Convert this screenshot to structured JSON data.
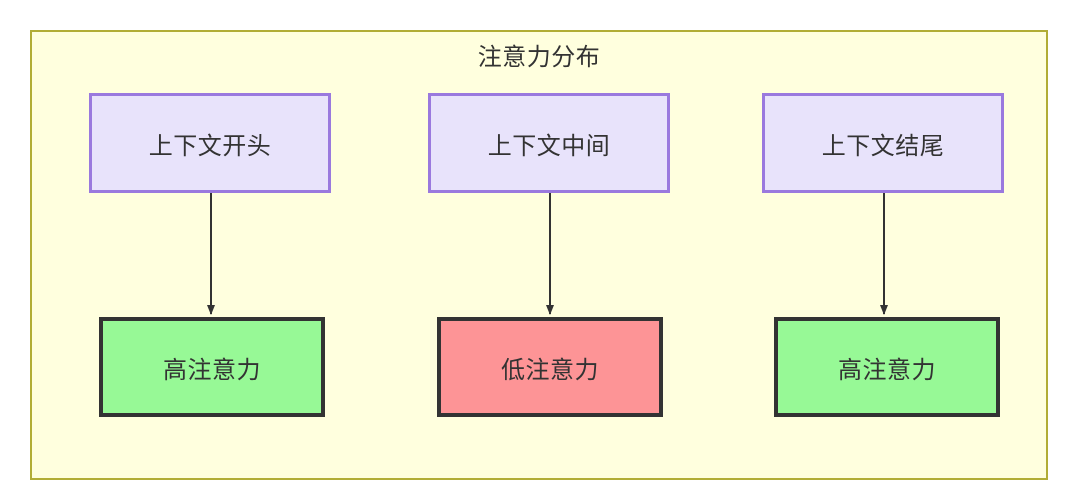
{
  "diagram": {
    "title": "注意力分布",
    "type": "flowchart",
    "background_color": "#ffffff",
    "container": {
      "fill": "#ffffde",
      "stroke": "#b1ad36"
    },
    "palette": {
      "source_fill": "#e8e3fb",
      "source_stroke": "#9a79de",
      "high_fill": "#97f996",
      "low_fill": "#fd9496",
      "outcome_stroke": "#333333",
      "edge_color": "#333333",
      "text_color": "#333333"
    },
    "nodes": [
      {
        "id": "ctx-start",
        "label": "上下文开头",
        "role": "source",
        "column": 1
      },
      {
        "id": "ctx-middle",
        "label": "上下文中间",
        "role": "source",
        "column": 2
      },
      {
        "id": "ctx-end",
        "label": "上下文结尾",
        "role": "source",
        "column": 3
      },
      {
        "id": "high-start",
        "label": "高注意力",
        "role": "outcome-high",
        "column": 1
      },
      {
        "id": "low-middle",
        "label": "低注意力",
        "role": "outcome-low",
        "column": 2
      },
      {
        "id": "high-end",
        "label": "高注意力",
        "role": "outcome-high",
        "column": 3
      }
    ],
    "edges": [
      {
        "from": "ctx-start",
        "to": "high-start",
        "label": "",
        "arrow": "down"
      },
      {
        "from": "ctx-middle",
        "to": "low-middle",
        "label": "",
        "arrow": "down"
      },
      {
        "from": "ctx-end",
        "to": "high-end",
        "label": "",
        "arrow": "down"
      }
    ]
  }
}
